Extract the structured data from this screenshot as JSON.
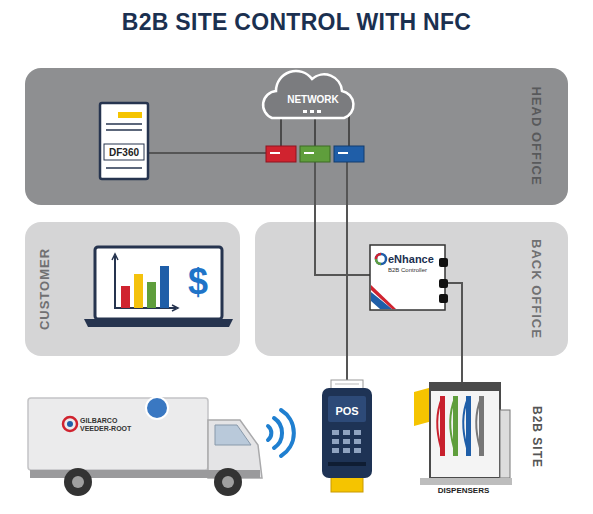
{
  "diagram": {
    "title": "B2B SITE CONTROL WITH NFC",
    "nodes": [
      {
        "text": [
          "HEAD OFFICE"
        ]
      },
      {
        "text": [
          "DF360"
        ],
        "in": 0
      },
      {
        "text": [
          "NETWORK"
        ],
        "in": 0
      },
      {
        "text": [
          "CUSTOMER"
        ]
      },
      {
        "text": [
          "BACK OFFICE"
        ]
      },
      {
        "text": [
          "eNhance",
          "B2B Controller"
        ],
        "in": 4
      },
      {
        "text": [
          "GILBARCO VEEDER-ROOT"
        ]
      },
      {
        "text": [
          "POS"
        ]
      },
      {
        "text": [
          "DISPENSERS"
        ]
      }
    ],
    "edges": [
      {
        "from": 1,
        "to": 2,
        "arrow": "none"
      },
      {
        "from": 2,
        "to": 5,
        "arrow": "none"
      },
      {
        "from": 2,
        "to": 7,
        "arrow": "none"
      },
      {
        "from": 5,
        "to": 8,
        "arrow": "none"
      }
    ],
    "labels": [
      "$",
      "B2B SITE"
    ]
  }
}
